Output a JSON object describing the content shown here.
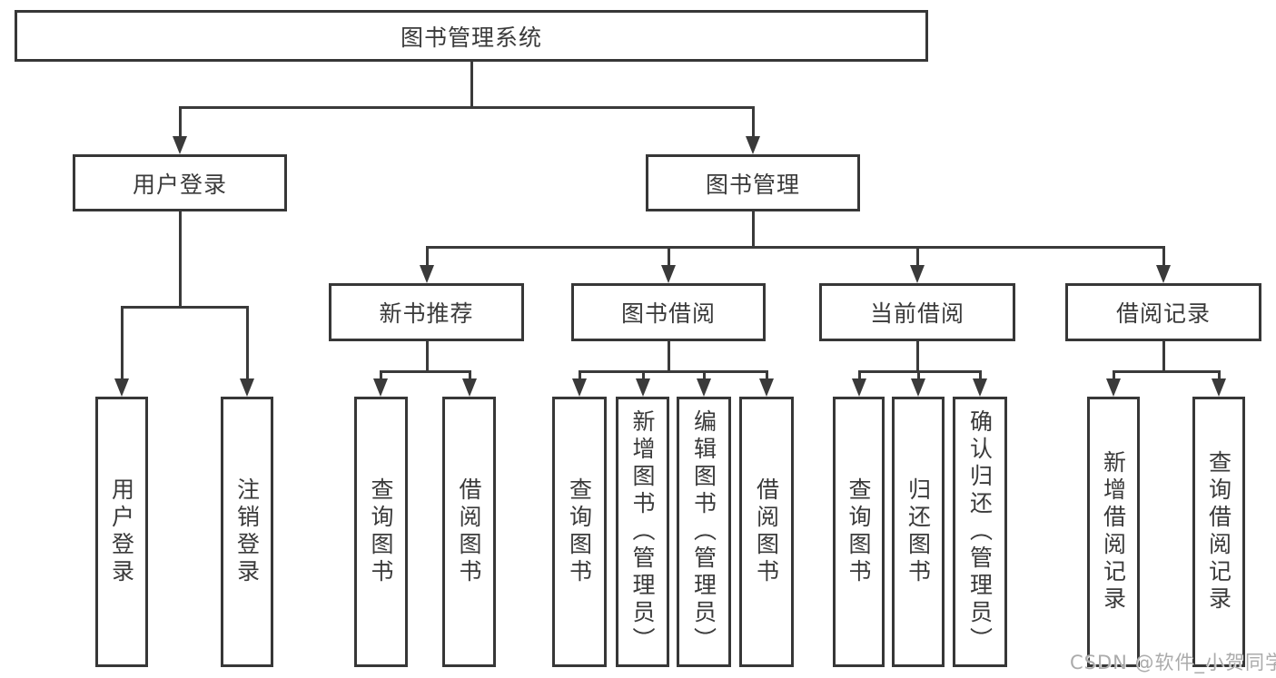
{
  "d": {
    "root": "图书管理系统",
    "login": {
      "label": "用户登录",
      "children": [
        "用户登录",
        "注销登录"
      ]
    },
    "mgmt": {
      "label": "图书管理",
      "sections": [
        {
          "label": "新书推荐",
          "children": [
            "查询图书",
            "借阅图书"
          ]
        },
        {
          "label": "图书借阅",
          "children": [
            "查询图书",
            "新增图书（管理员）",
            "编辑图书（管理员）",
            "借阅图书"
          ]
        },
        {
          "label": "当前借阅",
          "children": [
            "查询图书",
            "归还图书",
            "确认归还（管理员）"
          ]
        },
        {
          "label": "借阅记录",
          "children": [
            "新增借阅记录",
            "查询借阅记录"
          ]
        }
      ]
    },
    "watermark": "CSDN @软件_小贺同学",
    "colors": {
      "line": "#3a3a3a",
      "watermark": "#ababab",
      "background": "#ffffff"
    }
  }
}
